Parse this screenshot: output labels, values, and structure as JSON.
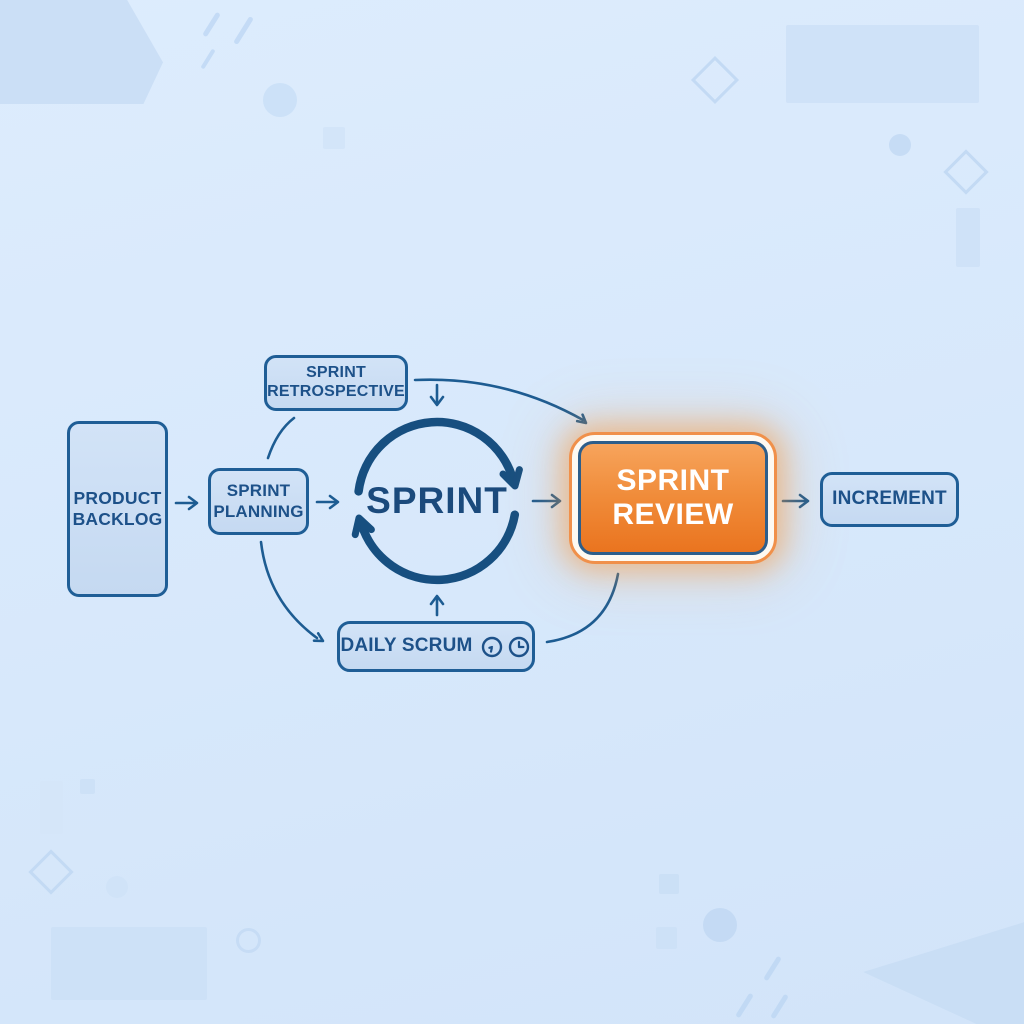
{
  "diagram": {
    "nodes": {
      "product_backlog": {
        "label": "PRODUCT BACKLOG"
      },
      "sprint_planning": {
        "label": "SPRINT PLANNING"
      },
      "sprint_retrospective": {
        "label": "SPRINT RETROSPECTIVE"
      },
      "sprint_cycle": {
        "label": "SPRINT"
      },
      "daily_scrum": {
        "label": "DAILY SCRUM"
      },
      "sprint_review": {
        "label": "SPRINT REVIEW"
      },
      "increment": {
        "label": "INCREMENT"
      }
    },
    "daily_scrum_icons": [
      "clock-icon",
      "clock-icon"
    ],
    "colors": {
      "background": "#d7e8fb",
      "node_fill": "#cadef4",
      "node_border": "#1f5e96",
      "node_text": "#1d5189",
      "arrow": "#1d5c92",
      "cycle_ring": "#174f80",
      "highlight_orange_top": "#f7a45c",
      "highlight_orange_bottom": "#ea741f",
      "highlight_inner_border": "#2d5e8a",
      "highlight_ring": "#fdf9f2",
      "highlight_ring_border": "#f0904a",
      "highlight_text": "#ffffff"
    }
  }
}
